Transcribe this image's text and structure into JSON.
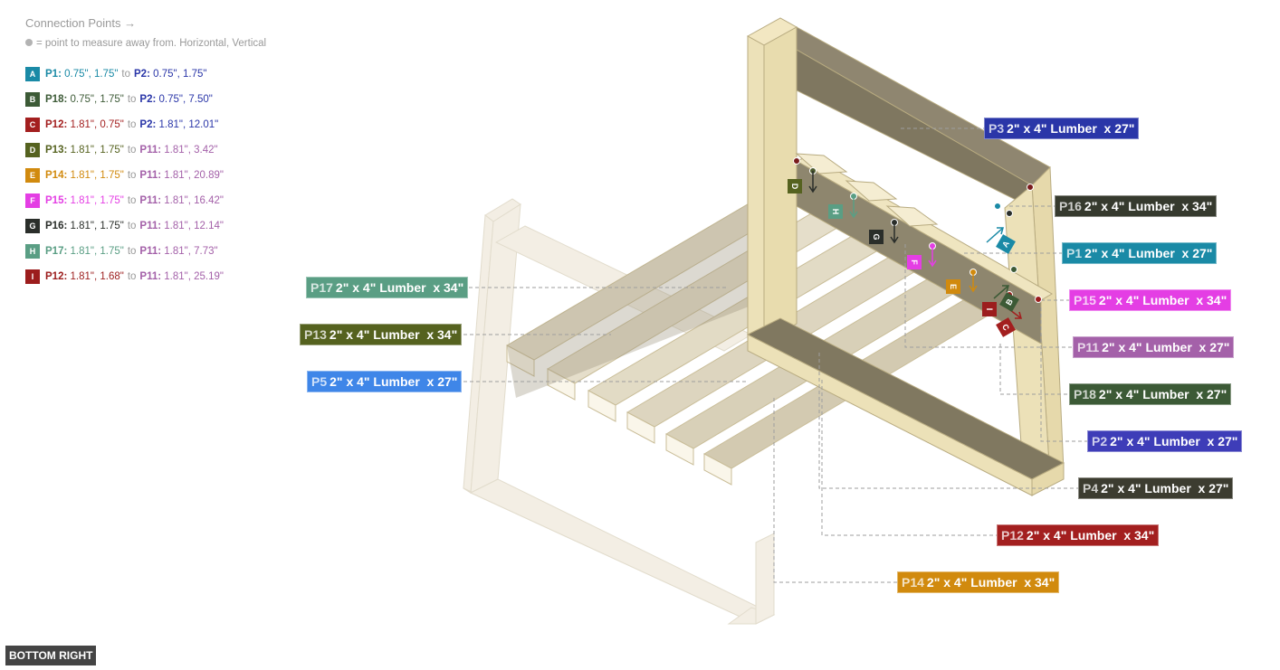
{
  "legend": {
    "title": "Connection Points →",
    "note": "= point to measure away from. Horizontal, Vertical",
    "to_word": "to",
    "items": [
      {
        "letter": "A",
        "color": "#1a8aa6",
        "p1": "P1:",
        "v1": "0.75\", 1.75\"",
        "c1": "#1a8aa6",
        "p2": "P2:",
        "v2": "0.75\", 1.75\"",
        "c2": "#2a36a8"
      },
      {
        "letter": "B",
        "color": "#3c5a36",
        "p1": "P18:",
        "v1": "0.75\", 1.75\"",
        "c1": "#3c5a36",
        "p2": "P2:",
        "v2": "0.75\", 7.50\"",
        "c2": "#2a36a8"
      },
      {
        "letter": "C",
        "color": "#a31f1f",
        "p1": "P12:",
        "v1": "1.81\", 0.75\"",
        "c1": "#a31f1f",
        "p2": "P2:",
        "v2": "1.81\", 12.01\"",
        "c2": "#2a36a8"
      },
      {
        "letter": "D",
        "color": "#55621f",
        "p1": "P13:",
        "v1": "1.81\", 1.75\"",
        "c1": "#55621f",
        "p2": "P11:",
        "v2": "1.81\", 3.42\"",
        "c2": "#a461a9"
      },
      {
        "letter": "E",
        "color": "#d18a0e",
        "p1": "P14:",
        "v1": "1.81\", 1.75\"",
        "c1": "#d18a0e",
        "p2": "P11:",
        "v2": "1.81\", 20.89\"",
        "c2": "#a461a9"
      },
      {
        "letter": "F",
        "color": "#e43ee4",
        "p1": "P15:",
        "v1": "1.81\", 1.75\"",
        "c1": "#e43ee4",
        "p2": "P11:",
        "v2": "1.81\", 16.42\"",
        "c2": "#a461a9"
      },
      {
        "letter": "G",
        "color": "#2a2e2a",
        "p1": "P16:",
        "v1": "1.81\", 1.75\"",
        "c1": "#2a2e2a",
        "p2": "P11:",
        "v2": "1.81\", 12.14\"",
        "c2": "#a461a9"
      },
      {
        "letter": "H",
        "color": "#5a9e84",
        "p1": "P17:",
        "v1": "1.81\", 1.75\"",
        "c1": "#5a9e84",
        "p2": "P11:",
        "v2": "1.81\", 7.73\"",
        "c2": "#a461a9"
      },
      {
        "letter": "I",
        "color": "#9c1d1d",
        "p1": "P12:",
        "v1": "1.81\", 1.68\"",
        "c1": "#9c1d1d",
        "p2": "P11:",
        "v2": "1.81\", 25.19\"",
        "c2": "#a461a9"
      }
    ]
  },
  "parts": [
    {
      "id": "P3",
      "name": "2\" x 4\" Lumber  x 27\"",
      "color": "#2a36a8"
    },
    {
      "id": "P16",
      "name": "2\" x 4\" Lumber  x 34\"",
      "color": "#363a2e"
    },
    {
      "id": "P1",
      "name": "2\" x 4\" Lumber  x 27\"",
      "color": "#1a8aa6"
    },
    {
      "id": "P15",
      "name": "2\" x 4\" Lumber  x 34\"",
      "color": "#e43ee4"
    },
    {
      "id": "P11",
      "name": "2\" x 4\" Lumber  x 27\"",
      "color": "#a461a9"
    },
    {
      "id": "P18",
      "name": "2\" x 4\" Lumber  x 27\"",
      "color": "#3c5a36"
    },
    {
      "id": "P2",
      "name": "2\" x 4\" Lumber  x 27\"",
      "color": "#3e3db8"
    },
    {
      "id": "P4",
      "name": "2\" x 4\" Lumber  x 27\"",
      "color": "#3c3c30"
    },
    {
      "id": "P12",
      "name": "2\" x 4\" Lumber  x 34\"",
      "color": "#a31f1f"
    },
    {
      "id": "P14",
      "name": "2\" x 4\" Lumber  x 34\"",
      "color": "#d18a0e"
    },
    {
      "id": "P17",
      "name": "2\" x 4\" Lumber  x 34\"",
      "color": "#5a9e84"
    },
    {
      "id": "P13",
      "name": "2\" x 4\" Lumber  x 34\"",
      "color": "#55621f"
    },
    {
      "id": "P5",
      "name": "2\" x 4\" Lumber  x 27\"",
      "color": "#3f86e8"
    }
  ],
  "view": {
    "label": "BOTTOM RIGHT"
  }
}
